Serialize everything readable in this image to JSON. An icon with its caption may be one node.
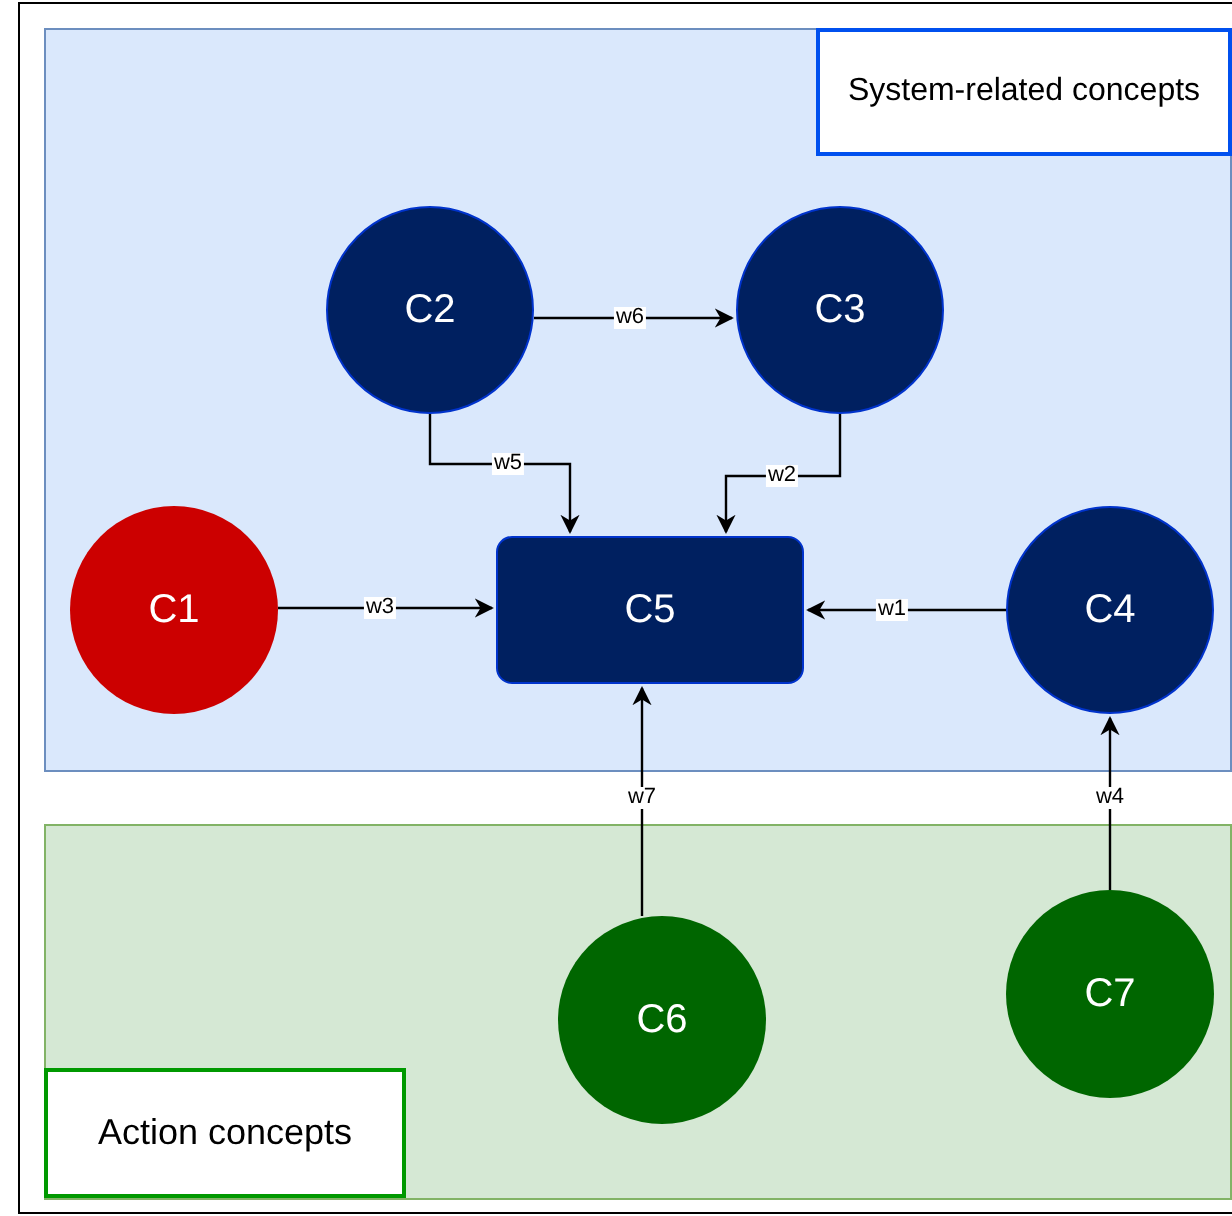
{
  "diagram": {
    "nodes": [
      {
        "text": [],
        "shape": "box"
      },
      {
        "text": [
          "System-related concepts"
        ],
        "in": 0
      },
      {
        "text": [
          "C2"
        ],
        "in": 0
      },
      {
        "text": [
          "C3"
        ],
        "in": 0
      },
      {
        "text": [
          "C1"
        ],
        "in": 0
      },
      {
        "text": [
          "C5"
        ],
        "in": 0
      },
      {
        "text": [
          "C4"
        ],
        "in": 0
      },
      {
        "text": [],
        "shape": "box"
      },
      {
        "text": [
          "C6"
        ],
        "in": 7
      },
      {
        "text": [
          "C7"
        ],
        "in": 7
      },
      {
        "text": [
          "Action concepts"
        ],
        "in": 7
      }
    ],
    "edges": [
      {
        "from": 2,
        "to": 3,
        "arrow": "to",
        "label": "w6"
      },
      {
        "from": 2,
        "to": 5,
        "arrow": "to",
        "label": "w5"
      },
      {
        "from": 3,
        "to": 5,
        "arrow": "to",
        "label": "w2"
      },
      {
        "from": 4,
        "to": 5,
        "arrow": "to",
        "label": "w3"
      },
      {
        "from": 6,
        "to": 5,
        "arrow": "to",
        "label": "w1"
      },
      {
        "from": 8,
        "to": 5,
        "arrow": "to",
        "label": "w7"
      },
      {
        "from": 9,
        "to": 6,
        "arrow": "to",
        "label": "w4"
      }
    ]
  }
}
